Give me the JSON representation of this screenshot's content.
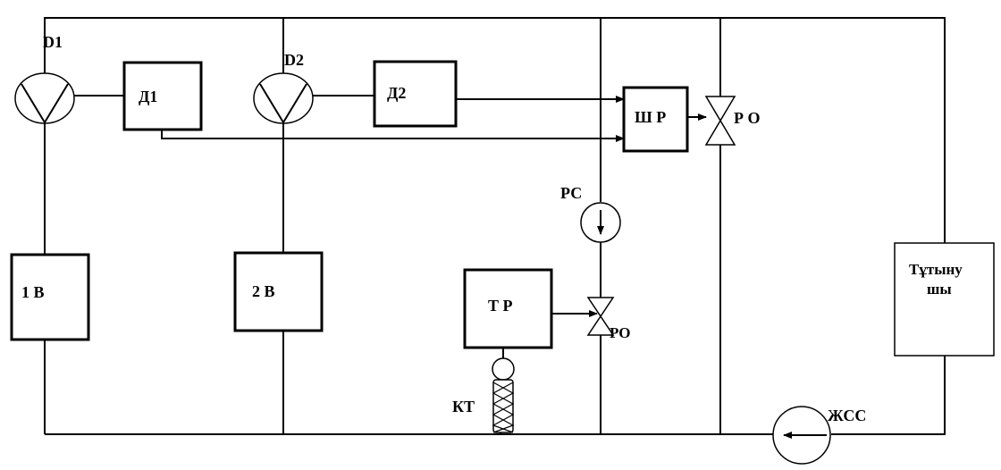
{
  "labels": {
    "pump_d1": "D1",
    "pump_d2": "D2",
    "block_d1": "Д1",
    "block_d2": "Д2",
    "boiler_1": "1 В",
    "boiler_2": "2 В",
    "regulator_shr": "Ш Р",
    "valve_ro_top": "Р О",
    "valve_ro_bottom": "РО",
    "flow_rs": "РС",
    "regulator_tr": "Т Р",
    "sensor_kt": "КТ",
    "consumer_line1": "Тұтыну",
    "consumer_line2": "шы",
    "pump_zhss": "ЖСС"
  }
}
